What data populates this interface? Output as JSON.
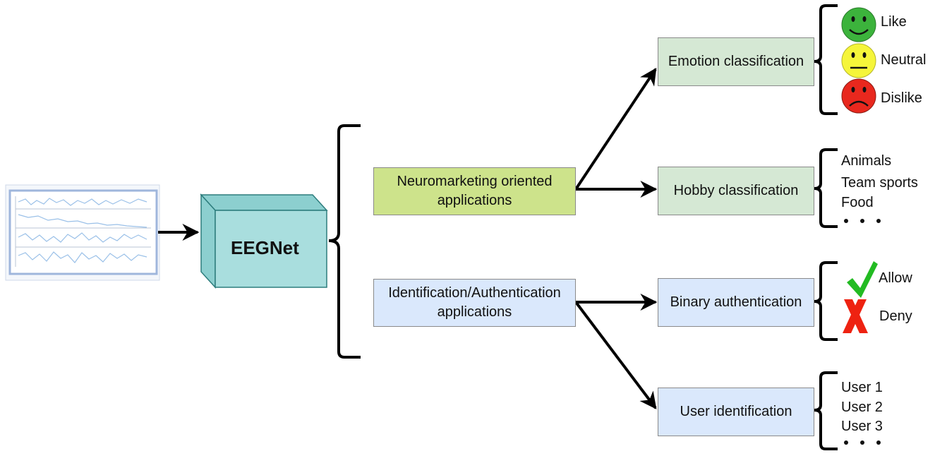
{
  "model": {
    "label": "EEGNet"
  },
  "applications": {
    "neuromarketing": {
      "line1": "Neuromarketing oriented",
      "line2": "applications"
    },
    "identification": {
      "line1": "Identification/Authentication",
      "line2": "applications"
    }
  },
  "tasks": {
    "emotion": "Emotion classification",
    "hobby": "Hobby classification",
    "binary": "Binary authentication",
    "user": "User identification"
  },
  "emotion_outcomes": [
    "Like",
    "Neutral",
    "Dislike"
  ],
  "hobby_outcomes": [
    "Animals",
    "Team sports",
    "Food"
  ],
  "binary_outcomes": [
    "Allow",
    "Deny"
  ],
  "user_outcomes": [
    "User 1",
    "User 2",
    "User 3"
  ],
  "colors": {
    "cube_front": "#a9dede",
    "cube_side": "#8ccfcf",
    "smiley_like": "#3cb33c",
    "smiley_neutral": "#f5f53a",
    "smiley_dislike": "#e8281e",
    "check": "#22bb22",
    "cross": "#ee2211"
  }
}
